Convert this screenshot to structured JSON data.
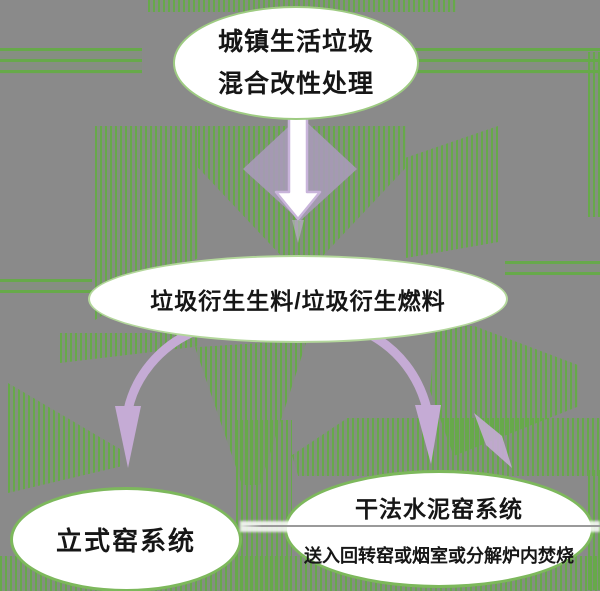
{
  "diagram": {
    "nodes": {
      "top": {
        "line1": "城镇生活垃圾",
        "line2": "混合改性处理"
      },
      "middle": {
        "label": "垃圾衍生生料/垃圾衍生燃料"
      },
      "bottom_left": {
        "label": "立式窑系统"
      },
      "bottom_right": {
        "title": "干法水泥窑系统",
        "subtitle": "送入回转窑或烟室或分解炉内焚烧"
      }
    },
    "arrows": [
      "down-arrow-icon",
      "curved-arrow-left-icon",
      "curved-arrow-right-icon"
    ],
    "colors": {
      "background_gray": "#8a8a8a",
      "stripe_green": "#67a94a",
      "ellipse_border_green": "#7db85c",
      "arrow_lavender": "#c5abd5",
      "diamond_lavender": "#aa9bb9",
      "text": "#161616",
      "divider_gray": "#9a9a9a"
    }
  }
}
